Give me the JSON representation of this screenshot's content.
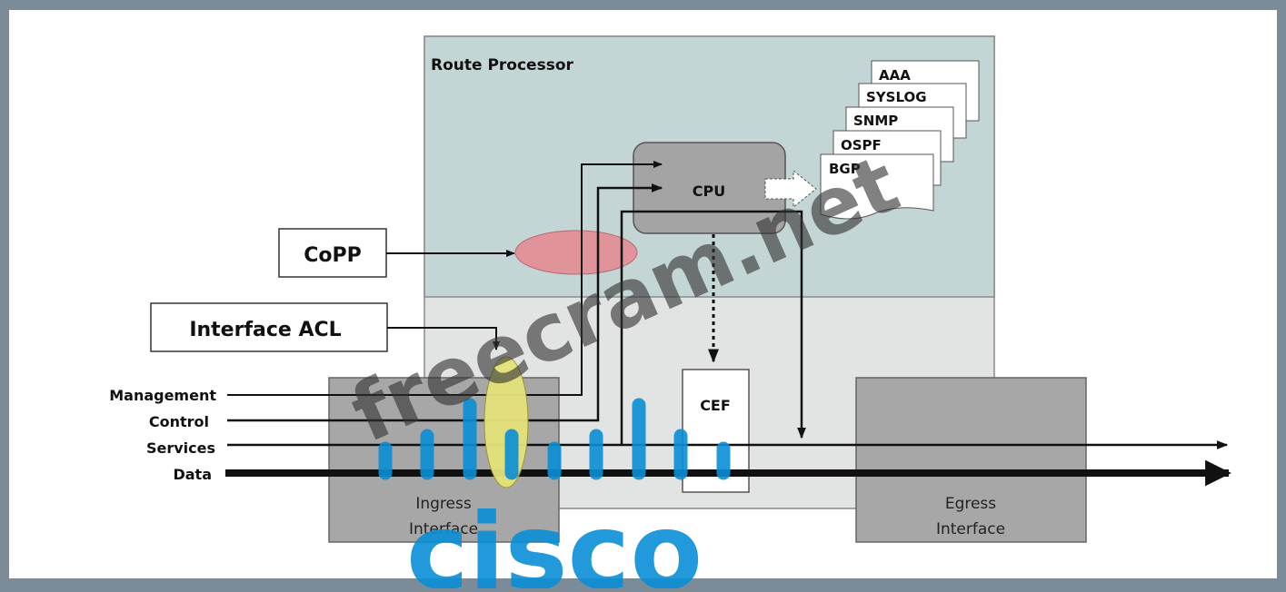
{
  "diagram": {
    "route_processor_label": "Route Processor",
    "cpu_label": "CPU",
    "cef_label": "CEF",
    "copp_label": "CoPP",
    "interface_acl_label": "Interface ACL",
    "ingress_interface_line1": "Ingress",
    "ingress_interface_line2": "Interface",
    "egress_interface_line1": "Egress",
    "egress_interface_line2": "Interface",
    "processes": [
      "AAA",
      "SYSLOG",
      "SNMP",
      "OSPF",
      "BGP"
    ],
    "traffic_labels": [
      "Management",
      "Control",
      "Services",
      "Data"
    ]
  },
  "watermark": {
    "site_text": "freecram.net",
    "logo_text": "cisco"
  },
  "colors": {
    "frame": "#7b8b98",
    "route_processor_fill": "#c4d5d5",
    "lower_panel_fill": "#e2e3e3",
    "interface_fill": "#a7a7a7",
    "cpu_fill": "#a4a4a4",
    "copp_ellipse": "#e0949a",
    "acl_ellipse": "#e5e27a",
    "cisco_blue": "#0a8fd6"
  }
}
